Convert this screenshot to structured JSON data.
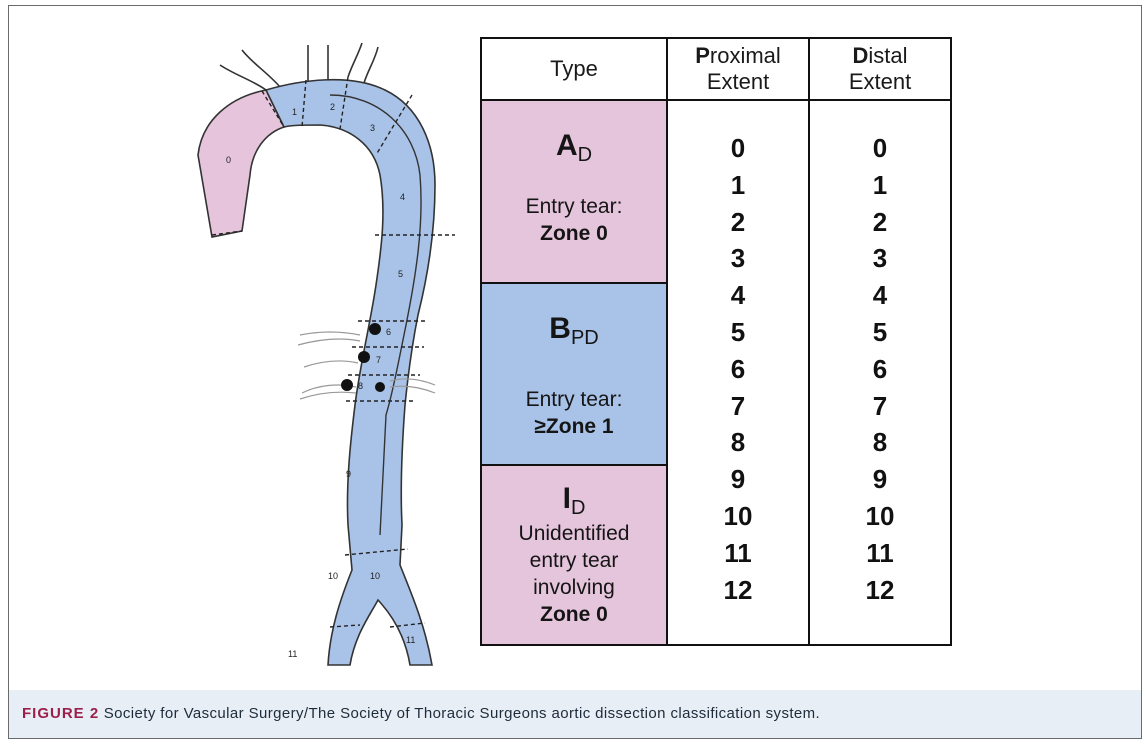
{
  "table": {
    "headers": {
      "type": "Type",
      "proximal_initial": "P",
      "proximal_rest": "roximal",
      "proximal_second": "Extent",
      "distal_initial": "D",
      "distal_rest": "istal",
      "distal_second": "Extent"
    },
    "types": [
      {
        "letter": "A",
        "sub": "D",
        "entry_line1": "Entry tear:",
        "entry_bold": "Zone 0",
        "color": "#e5c5dc"
      },
      {
        "letter": "B",
        "sub": "PD",
        "entry_line1": "Entry tear:",
        "entry_bold": "≥Zone 1",
        "color": "#a9c3e8"
      },
      {
        "letter": "I",
        "sub": "D",
        "entry_line1": "Unidentified",
        "entry_line2": "entry tear",
        "entry_line3": "involving",
        "entry_bold": "Zone 0",
        "color": "#e5c5dc"
      }
    ],
    "proximal_extent": [
      "0",
      "1",
      "2",
      "3",
      "4",
      "5",
      "6",
      "7",
      "8",
      "9",
      "10",
      "11",
      "12"
    ],
    "distal_extent": [
      "0",
      "1",
      "2",
      "3",
      "4",
      "5",
      "6",
      "7",
      "8",
      "9",
      "10",
      "11",
      "12"
    ]
  },
  "diagram": {
    "zone_labels": [
      "0",
      "1",
      "2",
      "3",
      "4",
      "5",
      "6",
      "7",
      "8",
      "9",
      "10",
      "10",
      "11",
      "11"
    ]
  },
  "caption": {
    "figure_label": "FIGURE 2",
    "text": " Society for Vascular Surgery/The Society of Thoracic Surgeons aortic dissection classification system."
  }
}
